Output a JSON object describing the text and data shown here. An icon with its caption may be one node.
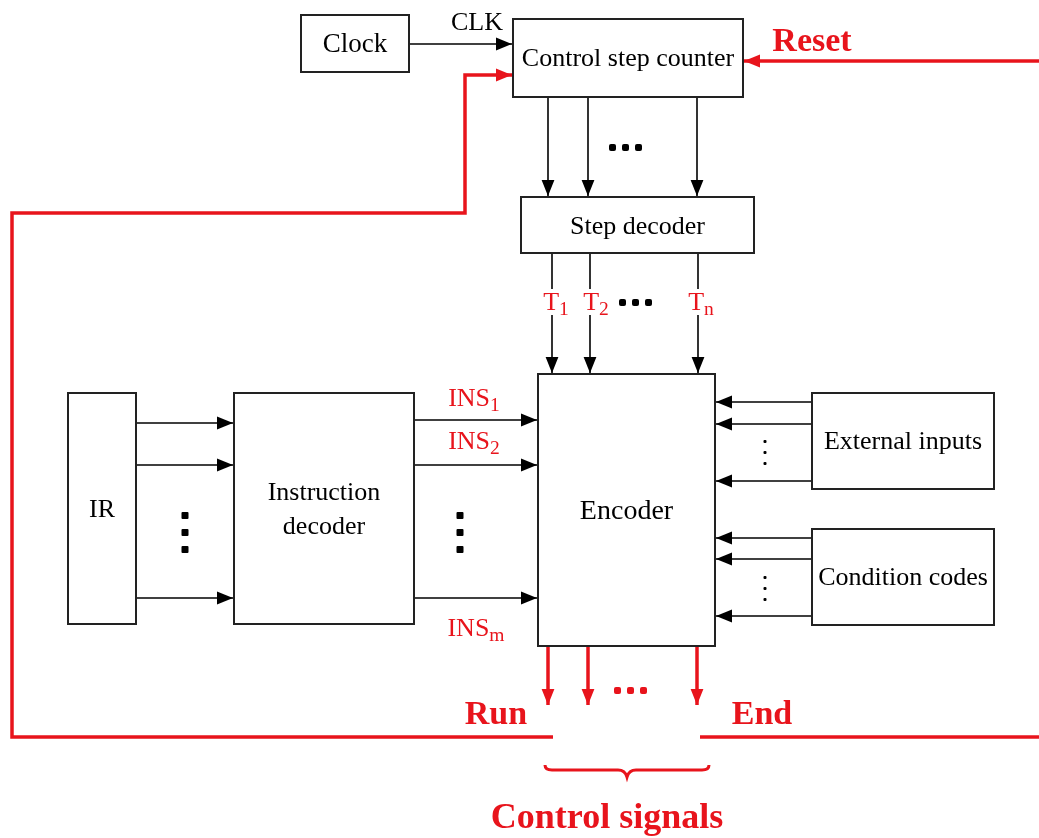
{
  "diagram": {
    "nodes": [
      {
        "text": [
          "Clock"
        ]
      },
      {
        "text": [
          "Control step counter"
        ]
      },
      {
        "text": [
          "Step decoder"
        ]
      },
      {
        "text": [
          "IR"
        ]
      },
      {
        "text": [
          "Instruction decoder"
        ]
      },
      {
        "text": [
          "Encoder"
        ]
      },
      {
        "text": [
          "External inputs"
        ]
      },
      {
        "text": [
          "Condition codes"
        ]
      }
    ],
    "edges": [
      {
        "from": 0,
        "to": 1,
        "arrow": "to",
        "label": "CLK"
      },
      {
        "from": null,
        "to": 1,
        "arrow": "to",
        "label": "Reset",
        "style": "thick",
        "color": "#e8141c"
      },
      {
        "from": 1,
        "to": 2,
        "arrow": "to"
      },
      {
        "from": 1,
        "to": 2,
        "arrow": "to"
      },
      {
        "from": 1,
        "to": 2,
        "arrow": "to"
      },
      {
        "from": 2,
        "to": 5,
        "arrow": "to",
        "label": "T$_{1}$"
      },
      {
        "from": 2,
        "to": 5,
        "arrow": "to",
        "label": "T$_{2}$"
      },
      {
        "from": 2,
        "to": 5,
        "arrow": "to",
        "label": "T$_{n}$"
      },
      {
        "from": 3,
        "to": 4,
        "arrow": "to"
      },
      {
        "from": 3,
        "to": 4,
        "arrow": "to"
      },
      {
        "from": 3,
        "to": 4,
        "arrow": "to"
      },
      {
        "from": 4,
        "to": 5,
        "arrow": "to",
        "label": "INS$_{1}$"
      },
      {
        "from": 4,
        "to": 5,
        "arrow": "to",
        "label": "INS$_{2}$"
      },
      {
        "from": 4,
        "to": 5,
        "arrow": "to",
        "label": "INS$_{m}$"
      },
      {
        "from": 6,
        "to": 5,
        "arrow": "to"
      },
      {
        "from": 6,
        "to": 5,
        "arrow": "to"
      },
      {
        "from": 6,
        "to": 5,
        "arrow": "to"
      },
      {
        "from": 7,
        "to": 5,
        "arrow": "to"
      },
      {
        "from": 7,
        "to": 5,
        "arrow": "to"
      },
      {
        "from": 7,
        "to": 5,
        "arrow": "to"
      },
      {
        "from": 5,
        "to": null,
        "arrow": "to",
        "style": "thick",
        "color": "#e8141c"
      },
      {
        "from": 5,
        "to": null,
        "arrow": "to",
        "style": "thick",
        "color": "#e8141c"
      },
      {
        "from": 5,
        "to": null,
        "arrow": "to",
        "style": "thick",
        "color": "#e8141c"
      },
      {
        "from": null,
        "to": 1,
        "arrow": "to",
        "style": "thick",
        "color": "#e8141c"
      }
    ],
    "labels": [
      "Run",
      "End",
      "Control signals"
    ]
  }
}
